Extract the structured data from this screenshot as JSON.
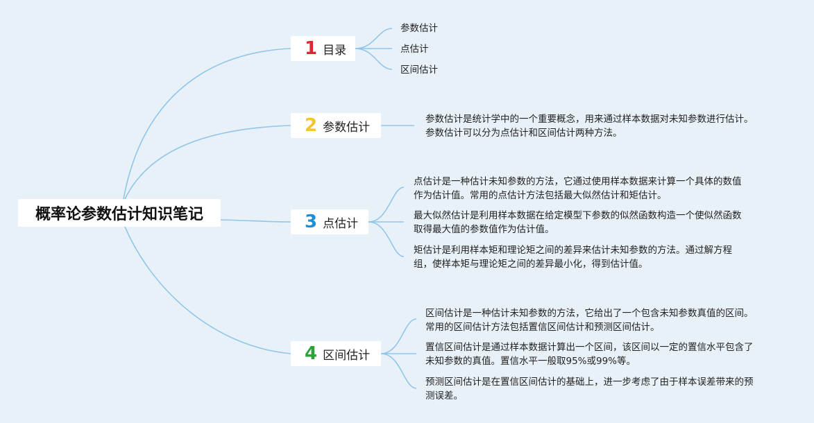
{
  "root": {
    "title": "概率论参数估计知识笔记"
  },
  "colors": {
    "line": "#8fc6ea",
    "num1": "#e0262f",
    "num2": "#f2c531",
    "num3": "#1f8fd3",
    "num4": "#2ba33a"
  },
  "branches": [
    {
      "num": "1",
      "label": "目录",
      "leaves": [
        "参数估计",
        "点估计",
        "区间估计"
      ]
    },
    {
      "num": "2",
      "label": "参数估计",
      "leaves": [
        [
          "参数估计是统计学中的一个重要概念，用来通过样本数据对未知参数进行估计。",
          "参数估计可以分为点估计和区间估计两种方法。"
        ]
      ]
    },
    {
      "num": "3",
      "label": "点估计",
      "leaves": [
        [
          "点估计是一种估计未知参数的方法，它通过使用样本数据来计算一个具体的数值",
          "作为估计值。常用的点估计方法包括最大似然估计和矩估计。"
        ],
        [
          "最大似然估计是利用样本数据在给定模型下参数的似然函数构造一个使似然函数",
          "取得最大值的参数值作为估计值。"
        ],
        [
          "矩估计是利用样本矩和理论矩之间的差异来估计未知参数的方法。通过解方程",
          "组，使样本矩与理论矩之间的差异最小化，得到估计值。"
        ]
      ]
    },
    {
      "num": "4",
      "label": "区间估计",
      "leaves": [
        [
          "区间估计是一种估计未知参数的方法，它给出了一个包含未知参数真值的区间。",
          "常用的区间估计方法包括置信区间估计和预测区间估计。"
        ],
        [
          "置信区间估计是通过样本数据计算出一个区间，该区间以一定的置信水平包含了",
          "未知参数的真值。置信水平一般取95%或99%等。"
        ],
        [
          "预测区间估计是在置信区间估计的基础上，进一步考虑了由于样本误差带来的预",
          "测误差。"
        ]
      ]
    }
  ]
}
